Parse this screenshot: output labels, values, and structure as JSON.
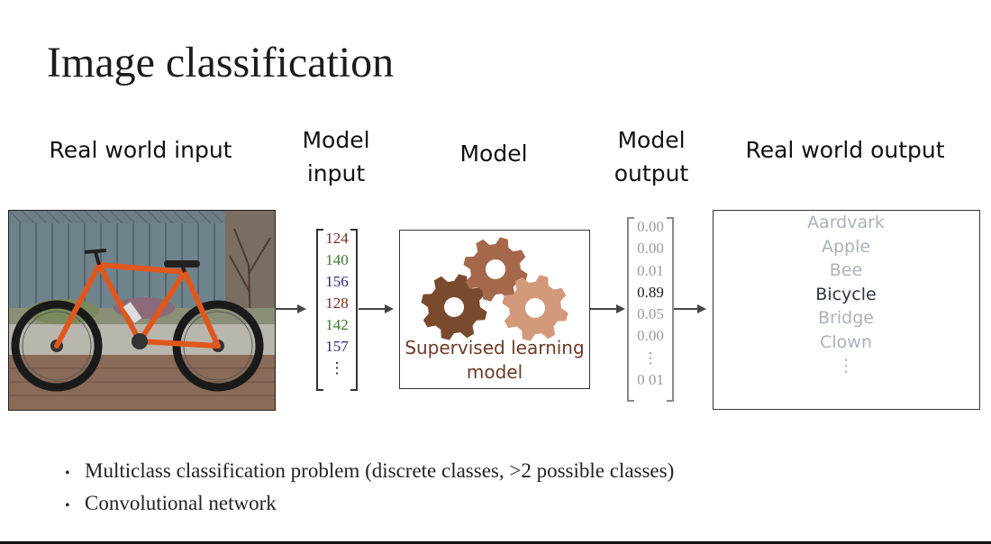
{
  "slide": {
    "title": "Image classification"
  },
  "columns": {
    "real_world_input": "Real world input",
    "model_input": [
      "Model",
      "input"
    ],
    "model": "Model",
    "model_output": [
      "Model",
      "output"
    ],
    "real_world_output": "Real world output"
  },
  "model_input_vector": [
    {
      "value": "124",
      "color": "#7a2a1f"
    },
    {
      "value": "140",
      "color": "#3a7a2a"
    },
    {
      "value": "156",
      "color": "#2a2a7a"
    },
    {
      "value": "128",
      "color": "#7a2a1f"
    },
    {
      "value": "142",
      "color": "#3a7a2a"
    },
    {
      "value": "157",
      "color": "#2a2a7a"
    },
    {
      "value": "⋮",
      "color": "#222222"
    }
  ],
  "model_box": {
    "label_line1": "Supervised learning",
    "label_line2": "model",
    "gear_colors": [
      "#7a4a2e",
      "#a5684a",
      "#d29a7a"
    ]
  },
  "model_output_vector": [
    {
      "value": "0.00",
      "color": "#9a9a9a"
    },
    {
      "value": "0.00",
      "color": "#9a9a9a"
    },
    {
      "value": "0.01",
      "color": "#9a9a9a"
    },
    {
      "value": "0.89",
      "color": "#222222"
    },
    {
      "value": "0.05",
      "color": "#9a9a9a"
    },
    {
      "value": "0.00",
      "color": "#9a9a9a"
    },
    {
      "value": "⋮",
      "color": "#9a9a9a"
    },
    {
      "value": "0 01",
      "color": "#9a9a9a"
    }
  ],
  "output_classes": [
    {
      "label": "Aardvark",
      "color": "#aab2ba"
    },
    {
      "label": "Apple",
      "color": "#aab2ba"
    },
    {
      "label": "Bee",
      "color": "#aab2ba"
    },
    {
      "label": "Bicycle",
      "color": "#2a3442"
    },
    {
      "label": "Bridge",
      "color": "#aab2ba"
    },
    {
      "label": "Clown",
      "color": "#aab2ba"
    },
    {
      "label": "⋮",
      "color": "#aab2ba"
    }
  ],
  "bullets": [
    "Multiclass classification problem (discrete classes, >2 possible classes)",
    "Convolutional network"
  ],
  "bullet_symbol": "•"
}
